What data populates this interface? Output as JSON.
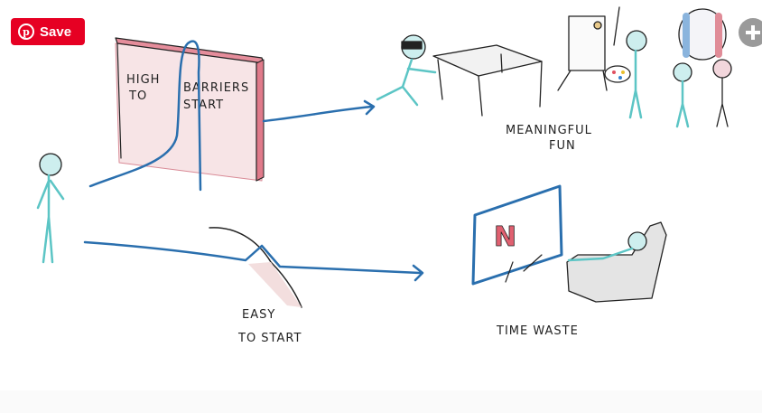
{
  "pin_button": {
    "label": "Save",
    "icon": "pinterest-icon",
    "color": "#e60023"
  },
  "expand_button": {
    "icon": "plus-circle-icon"
  },
  "illustration": {
    "wall_text": {
      "line1a": "HIGH",
      "line1b": "TO",
      "line2a": "BARRIERS",
      "line2b": "START"
    },
    "top_label": {
      "line1": "MEANINGFUL",
      "line2": "FUN"
    },
    "hill_label": {
      "line1": "EASY",
      "line2": "TO START"
    },
    "bottom_label": "TIME WASTE",
    "tv_logo": "N"
  }
}
